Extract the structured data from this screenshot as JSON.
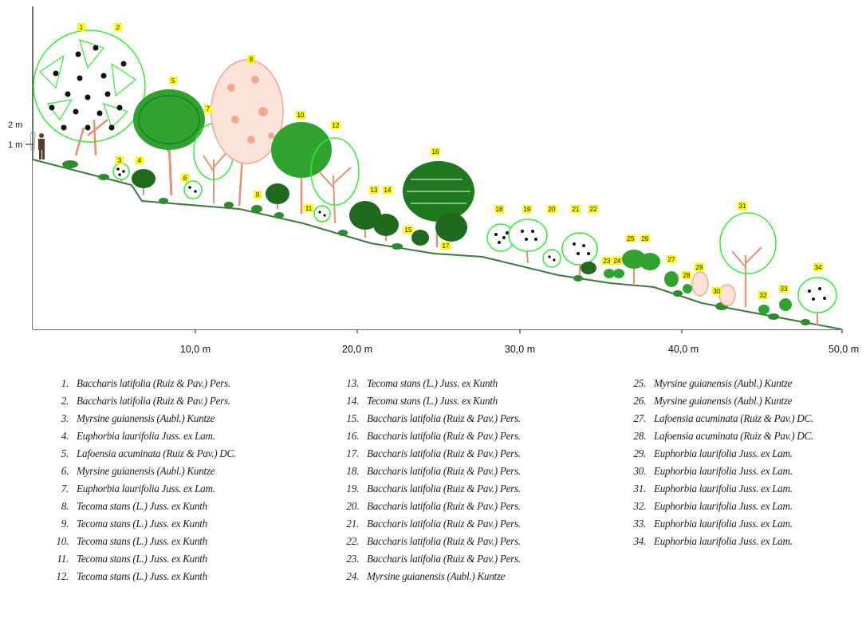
{
  "axis": {
    "x_ticks": [
      "10,0 m",
      "20,0 m",
      "30,0 m",
      "40,0 m",
      "50,0 m"
    ],
    "height_labels": [
      "2 m",
      "1 m"
    ]
  },
  "species": [
    {
      "num": "1.",
      "name": "Baccharis latifolia (Ruiz & Pav.) Pers."
    },
    {
      "num": "2.",
      "name": "Baccharis latifolia (Ruiz & Pav.) Pers."
    },
    {
      "num": "3.",
      "name": "Myrsine guianensis (Aubl.) Kuntze"
    },
    {
      "num": "4.",
      "name": "Euphorbia laurifolia Juss. ex Lam."
    },
    {
      "num": "5.",
      "name": "Lafoensia acuminata (Ruiz & Pav.) DC."
    },
    {
      "num": "6.",
      "name": "Myrsine guianensis (Aubl.) Kuntze"
    },
    {
      "num": "7.",
      "name": "Euphorbia laurifolia Juss. ex Lam."
    },
    {
      "num": "8.",
      "name": "Tecoma stans (L.) Juss. ex Kunth"
    },
    {
      "num": "9.",
      "name": "Tecoma stans (L.) Juss. ex Kunth"
    },
    {
      "num": "10.",
      "name": "Tecoma stans (L.) Juss. ex Kunth"
    },
    {
      "num": "11.",
      "name": "Tecoma stans (L.) Juss. ex Kunth"
    },
    {
      "num": "12.",
      "name": "Tecoma stans (L.) Juss. ex Kunth"
    },
    {
      "num": "13.",
      "name": "Tecoma stans (L.) Juss. ex Kunth"
    },
    {
      "num": "14.",
      "name": "Tecoma stans (L.) Juss. ex Kunth"
    },
    {
      "num": "15.",
      "name": "Baccharis latifolia (Ruiz & Pav.) Pers."
    },
    {
      "num": "16.",
      "name": "Baccharis latifolia (Ruiz & Pav.) Pers."
    },
    {
      "num": "17.",
      "name": "Baccharis latifolia (Ruiz & Pav.) Pers."
    },
    {
      "num": "18.",
      "name": "Baccharis latifolia (Ruiz & Pav.) Pers."
    },
    {
      "num": "19.",
      "name": "Baccharis latifolia (Ruiz & Pav.) Pers."
    },
    {
      "num": "20.",
      "name": "Baccharis latifolia (Ruiz & Pav.) Pers."
    },
    {
      "num": "21.",
      "name": "Baccharis latifolia (Ruiz & Pav.) Pers."
    },
    {
      "num": "22.",
      "name": "Baccharis latifolia (Ruiz & Pav.) Pers."
    },
    {
      "num": "23.",
      "name": "Baccharis latifolia (Ruiz & Pav.) Pers."
    },
    {
      "num": "24.",
      "name": "Myrsine guianensis (Aubl.) Kuntze"
    },
    {
      "num": "25.",
      "name": "Myrsine guianensis (Aubl.) Kuntze"
    },
    {
      "num": "26.",
      "name": "Myrsine guianensis (Aubl.) Kuntze"
    },
    {
      "num": "27.",
      "name": "Lafoensia acuminata (Ruiz & Pav.) DC."
    },
    {
      "num": "28.",
      "name": "Lafoensia acuminata (Ruiz & Pav.) DC."
    },
    {
      "num": "29.",
      "name": "Euphorbia laurifolia Juss. ex Lam."
    },
    {
      "num": "30.",
      "name": "Euphorbia laurifolia Juss. ex Lam."
    },
    {
      "num": "31.",
      "name": "Euphorbia laurifolia Juss. ex Lam."
    },
    {
      "num": "32.",
      "name": "Euphorbia laurifolia Juss. ex Lam."
    },
    {
      "num": "33.",
      "name": "Euphorbia laurifolia Juss. ex Lam."
    },
    {
      "num": "34.",
      "name": "Euphorbia laurifolia Juss. ex Lam."
    }
  ],
  "tree_tags": [
    "1",
    "2",
    "3",
    "4",
    "5",
    "6",
    "7",
    "8",
    "9",
    "10",
    "11",
    "12",
    "13",
    "14",
    "15",
    "16",
    "17",
    "18",
    "19",
    "20",
    "21",
    "22",
    "23",
    "24",
    "25",
    "26",
    "27",
    "28",
    "29",
    "30",
    "31",
    "32",
    "33",
    "34"
  ],
  "colors": {
    "ground": "#3c7a3c",
    "bright_leaf": "#33ee33",
    "dark_leaf": "#1f7a1f",
    "pink_leaf": "#f0a890",
    "trunk": "#e89070",
    "tag": "#ffff00"
  }
}
